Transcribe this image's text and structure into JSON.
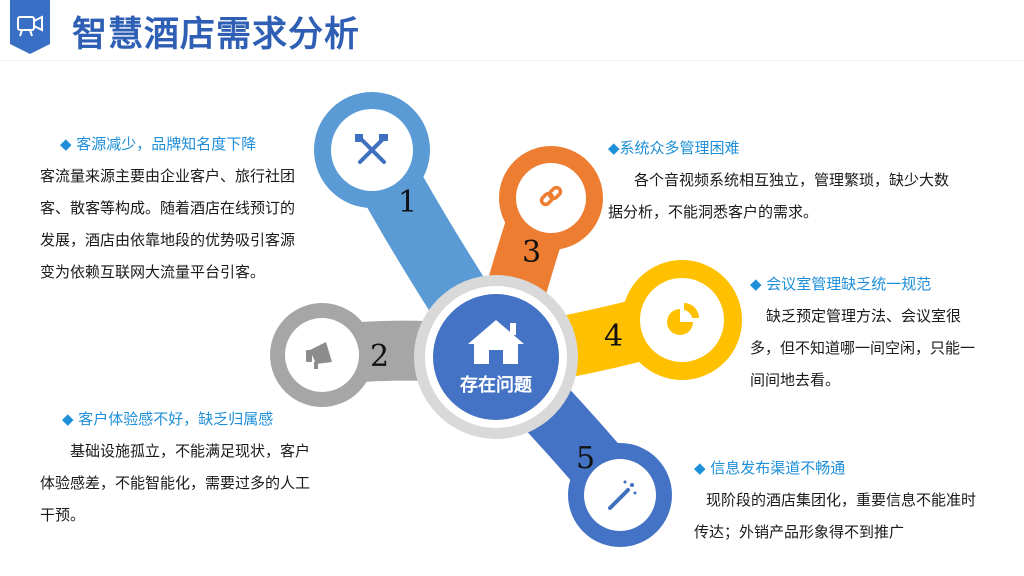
{
  "title": "智慧酒店需求分析",
  "center": {
    "label": "存在问题"
  },
  "colors": {
    "title": "#2e5fb5",
    "header_badge": "#3a6fc6",
    "bullet_heading": "#1e8fd8",
    "petal_1": "#5a9bd6",
    "petal_2": "#a6a6a6",
    "petal_3": "#ec7d31",
    "petal_4": "#ffc000",
    "petal_5": "#4472c4",
    "hub": "#4472c4"
  },
  "petals": [
    {
      "number": "1",
      "icon": "tools-icon"
    },
    {
      "number": "2",
      "icon": "megaphone-icon"
    },
    {
      "number": "3",
      "icon": "link-icon"
    },
    {
      "number": "4",
      "icon": "pie-chart-icon"
    },
    {
      "number": "5",
      "icon": "magic-wand-icon"
    }
  ],
  "problems": [
    {
      "heading": "◆ 客源减少，品牌知名度下降",
      "body": "客流量来源主要由企业客户、旅行社团客、散客等构成。随着酒店在线预订的发展，酒店由依靠地段的优势吸引客源变为依赖互联网大流量平台引客。"
    },
    {
      "heading": "◆ 客户体验感不好，缺乏归属感",
      "body": "基础设施孤立，不能满足现状，客户体验感差，不能智能化，需要过多的人工干预。"
    },
    {
      "heading": "◆系统众多管理困难",
      "body": "各个音视频系统相互独立，管理繁琐，缺少大数据分析，不能洞悉客户的需求。"
    },
    {
      "heading": "◆ 会议室管理缺乏统一规范",
      "body": "缺乏预定管理方法、会议室很多，但不知道哪一间空闲，只能一间间地去看。"
    },
    {
      "heading": "◆ 信息发布渠道不畅通",
      "body": "现阶段的酒店集团化，重要信息不能准时传达；外销产品形象得不到推广"
    }
  ]
}
